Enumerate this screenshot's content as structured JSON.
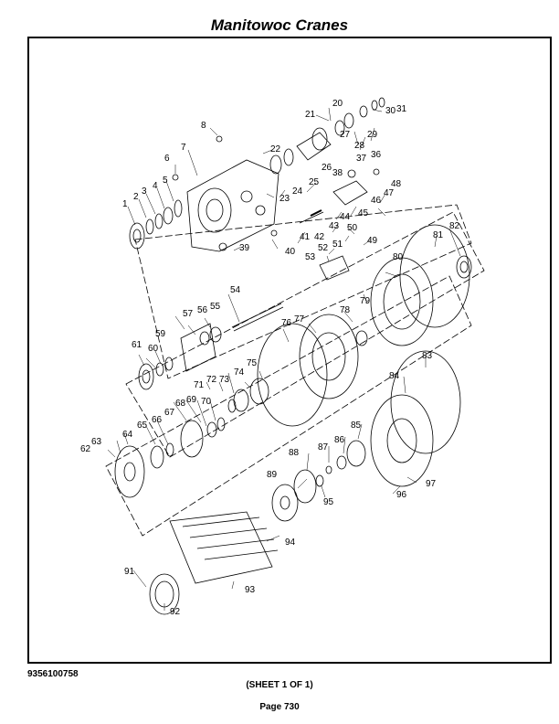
{
  "header": {
    "title": "Manitowoc Cranes"
  },
  "footer": {
    "part_number": "9356100758",
    "sheet": "(SHEET 1 OF 1)",
    "page": "Page 730"
  },
  "diagram": {
    "callouts": [
      "1",
      "2",
      "3",
      "4",
      "5",
      "6",
      "7",
      "8",
      "20",
      "21",
      "22",
      "23",
      "24",
      "25",
      "26",
      "27",
      "28",
      "29",
      "30",
      "31",
      "36",
      "37",
      "38",
      "39",
      "40",
      "41",
      "42",
      "43",
      "44",
      "45",
      "46",
      "47",
      "48",
      "49",
      "50",
      "51",
      "52",
      "53",
      "54",
      "55",
      "56",
      "57",
      "59",
      "60",
      "61",
      "62",
      "63",
      "64",
      "65",
      "66",
      "67",
      "68",
      "69",
      "70",
      "71",
      "72",
      "73",
      "74",
      "75",
      "76",
      "77",
      "78",
      "79",
      "80",
      "81",
      "82",
      "83",
      "84",
      "85",
      "86",
      "87",
      "88",
      "89",
      "91",
      "92",
      "93",
      "94",
      "95",
      "96",
      "97"
    ]
  }
}
